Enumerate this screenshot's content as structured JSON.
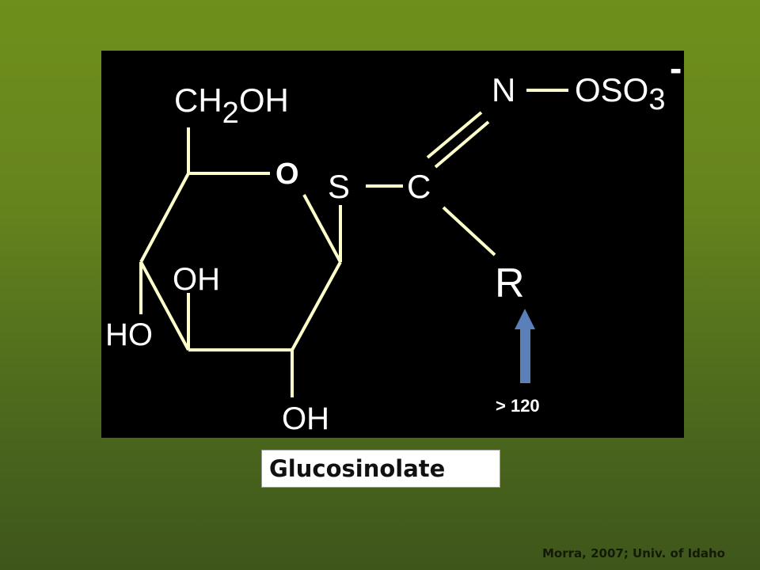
{
  "structure": {
    "ch2oh": {
      "ch": "CH",
      "sub": "2",
      "oh": "OH"
    },
    "ring_oxygen": "O",
    "oh_c3": "OH",
    "oh_c4": "HO",
    "oh_c2": "OH",
    "sulfur": "S",
    "carbon": "C",
    "nitrogen": "N",
    "oso3": {
      "os": "OSO",
      "sub": "3"
    },
    "charge": "-",
    "r_group": "R",
    "count_label": "> 120",
    "arrow_color": "#5b7fb8"
  },
  "compound_name": "Glucosinolate",
  "citation": "Morra, 2007; Univ. of Idaho"
}
